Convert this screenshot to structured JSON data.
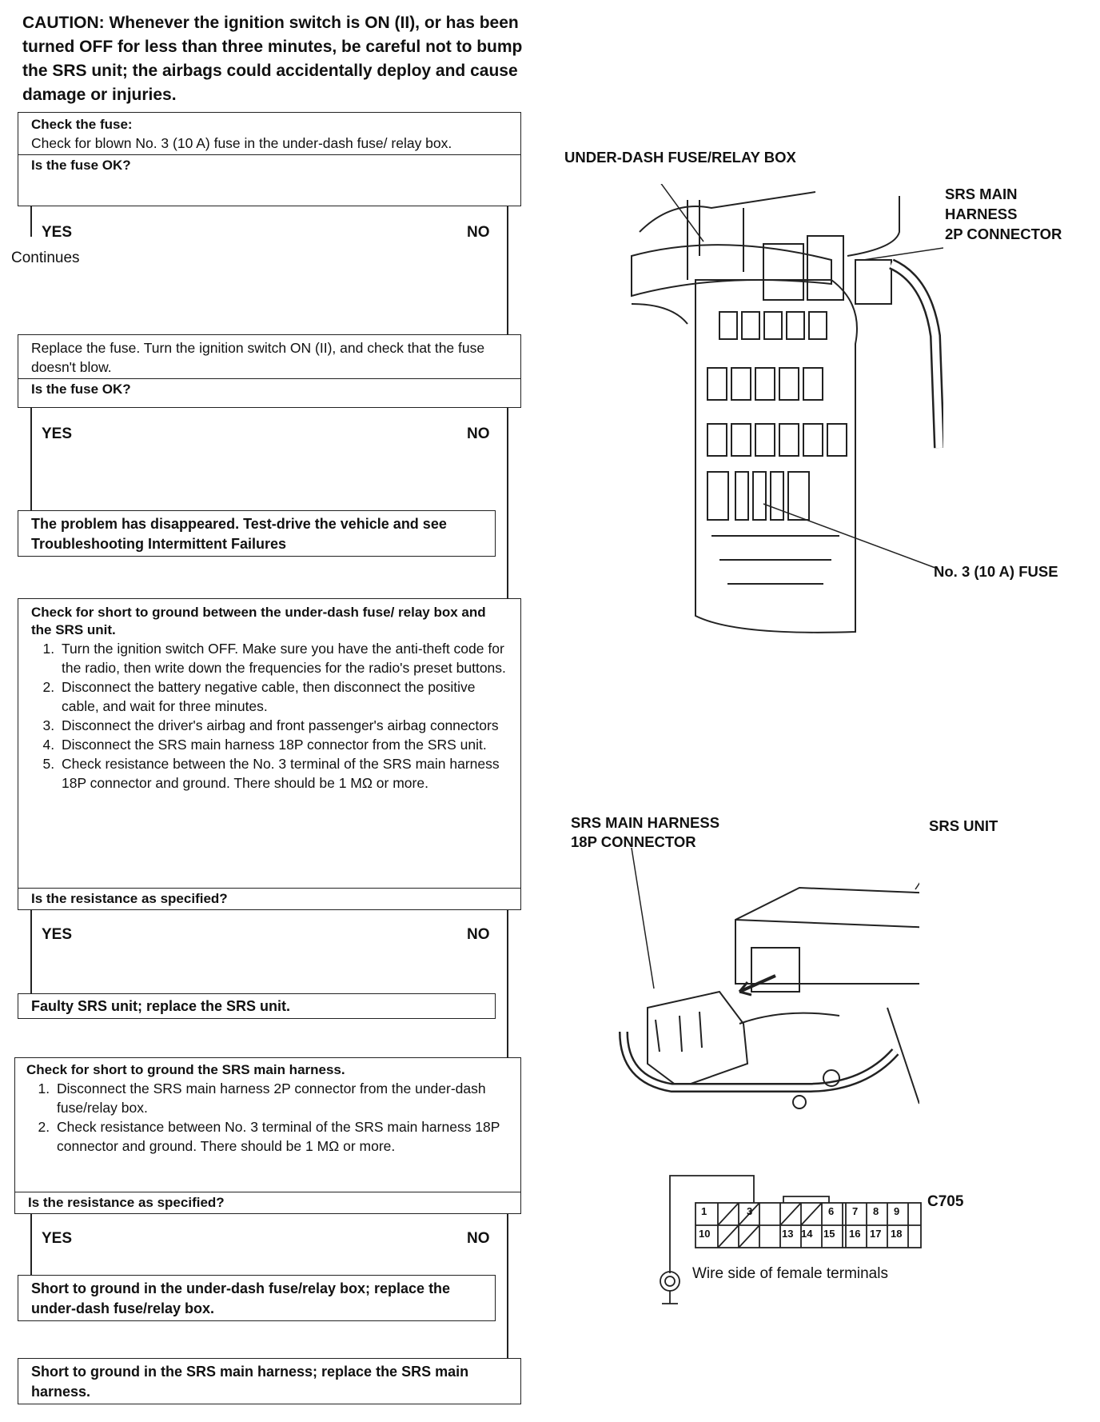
{
  "caution": "CAUTION: Whenever the ignition switch is ON (II), or has been turned OFF for less than three minutes, be careful not to bump the SRS unit; the airbags could accidentally deploy and cause damage or injuries.",
  "step1": {
    "heading": "Check the fuse:",
    "body": "Check for blown No. 3 (10 A) fuse in the under-dash fuse/ relay box.",
    "question": "Is the fuse OK?",
    "yes": "YES",
    "no": "NO",
    "continues": "Continues"
  },
  "step2": {
    "body": "Replace the fuse. Turn the ignition switch ON (II), and check that the fuse doesn't blow.",
    "question": "Is the fuse OK?",
    "yes": "YES",
    "no": "NO",
    "result": "The problem has disappeared. Test-drive the vehicle and see Troubleshooting Intermittent Failures"
  },
  "step3": {
    "heading": "Check for short to ground between the under-dash fuse/ relay box and the SRS unit.",
    "items": [
      "Turn the ignition switch OFF. Make sure you have the anti-theft code for the radio, then write down the frequencies for the radio's preset buttons.",
      "Disconnect the battery negative cable, then disconnect the positive cable, and wait for three minutes.",
      "Disconnect the driver's airbag and front passenger's airbag connectors",
      "Disconnect the SRS main harness 18P connector from the SRS unit.",
      "Check resistance between the No. 3 terminal of the SRS main harness 18P connector and ground. There should be 1 MΩ or more."
    ],
    "question": "Is the resistance as specified?",
    "yes": "YES",
    "no": "NO",
    "result": "Faulty SRS unit; replace the SRS unit."
  },
  "step4": {
    "heading": "Check for short to ground the SRS main harness.",
    "items": [
      "Disconnect the SRS main harness 2P connector from the under-dash fuse/relay box.",
      "Check resistance between No. 3 terminal of the SRS main harness 18P connector and ground. There should be 1 MΩ or more."
    ],
    "question": "Is the resistance as specified?",
    "yes": "YES",
    "no": "NO",
    "result_yes": "Short to ground in the under-dash fuse/relay box; replace the under-dash fuse/relay box.",
    "result_no": "Short to ground in the SRS main harness; replace the SRS main harness."
  },
  "figure1": {
    "label_box": "UNDER-DASH FUSE/RELAY BOX",
    "label_harness_l1": "SRS MAIN",
    "label_harness_l2": "HARNESS",
    "label_harness_l3": "2P CONNECTOR",
    "label_fuse": "No. 3 (10 A) FUSE"
  },
  "figure2": {
    "label_conn_l1": "SRS MAIN HARNESS",
    "label_conn_l2": "18P CONNECTOR",
    "label_unit": "SRS UNIT"
  },
  "connector": {
    "id": "C705",
    "caption": "Wire side of female terminals",
    "row1": [
      "1",
      "3",
      "6",
      "7",
      "8",
      "9"
    ],
    "row2": [
      "10",
      "13",
      "14",
      "15",
      "16",
      "17",
      "18"
    ]
  }
}
